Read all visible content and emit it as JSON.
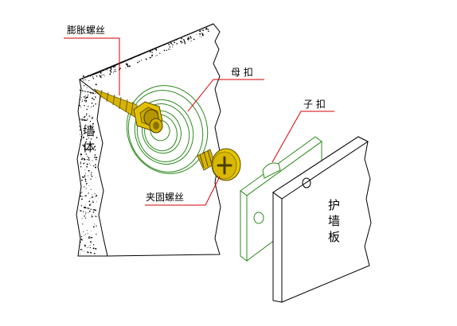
{
  "labels": {
    "expansion_screw": "膨胀螺丝",
    "female_buckle": "母 扣",
    "male_buckle": "子 扣",
    "clamp_screw": "夹固螺丝",
    "wall_body": [
      "墙",
      "体"
    ],
    "guard_board": [
      "护",
      "墙",
      "板"
    ]
  },
  "colors": {
    "outline": "#000000",
    "leader": "#d40000",
    "buckle": "#2e8b1e",
    "screw": "#c9a400",
    "screw_dark": "#6b5a00"
  }
}
